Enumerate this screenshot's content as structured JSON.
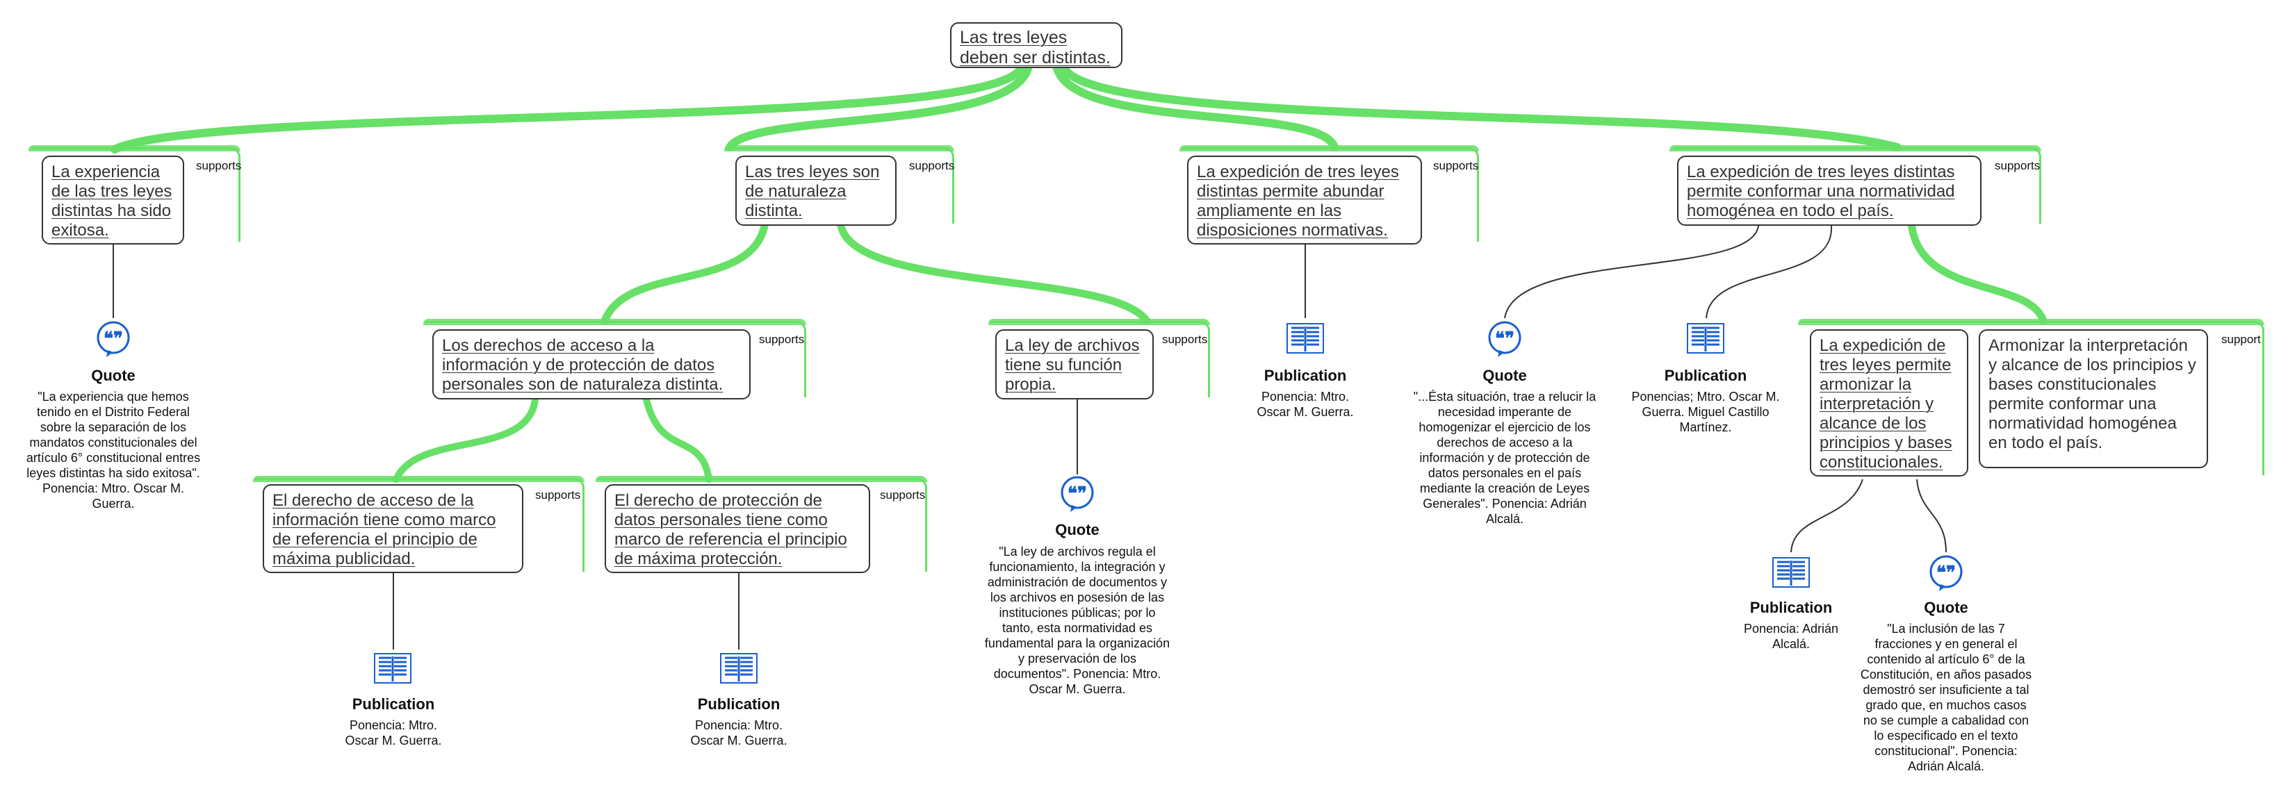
{
  "root": {
    "text": "Las tres leyes deben ser distintas."
  },
  "support_label": "supports",
  "support_label_short": "support",
  "nodes": {
    "n1": "La experiencia de las tres leyes distintas ha sido exitosa.",
    "n2": "Las tres leyes son de naturaleza distinta.",
    "n3": "La expedición de tres leyes distintas permite abundar ampliamente en las disposiciones normativas.",
    "n4": "La expedición de tres leyes distintas permite conformar una normatividad homogénea en todo el país.",
    "n21": "Los derechos de acceso a la información y de protección de datos personales son de naturaleza distinta.",
    "n22": "La ley de archivos tiene su función propia.",
    "n211": "El derecho de acceso de la información tiene como  marco de referencia el principio de máxima publicidad.",
    "n212": "El derecho de protección de datos personales tiene como marco de referencia el principio de máxima protección.",
    "n41": "La expedición de tres leyes permite armonizar la interpretación y alcance de los principios y bases constitucionales.",
    "n42": "Armonizar la interpretación y alcance de los principios y bases constitucionales permite conformar una normatividad homogénea en todo el país."
  },
  "evidence": {
    "e1": {
      "type": "Quote",
      "text": "\"La experiencia que hemos tenido en el Distrito Federal sobre la separación de los mandatos constitucionales del artículo 6° constitucional entres leyes distintas ha sido exitosa\". Ponencia: Mtro. Oscar M. Guerra."
    },
    "e211": {
      "type": "Publication",
      "text": "Ponencia: Mtro. Oscar M. Guerra."
    },
    "e212": {
      "type": "Publication",
      "text": "Ponencia: Mtro. Oscar M. Guerra."
    },
    "e22": {
      "type": "Quote",
      "text": "\"La ley de archivos regula el funcionamiento, la integración y administración de documentos y los archivos en posesión de las instituciones públicas; por lo tanto, esta  normatividad es fundamental para la organización y preservación de los documentos\". Ponencia: Mtro. Oscar M. Guerra."
    },
    "e3": {
      "type": "Publication",
      "text": "Ponencia: Mtro. Oscar M. Guerra."
    },
    "e4q": {
      "type": "Quote",
      "text": "\"...Ésta situación, trae a relucir la necesidad imperante de homogenizar el ejercicio de los derechos de acceso a la información y de protección de datos personales en el país mediante la creación de Leyes Generales\". Ponencia: Adrián Alcalá."
    },
    "e4p": {
      "type": "Publication",
      "text": "Ponencias; Mtro. Oscar M. Guerra. Miguel Castillo Martínez."
    },
    "e41p": {
      "type": "Publication",
      "text": "Ponencia: Adrián Alcalá."
    },
    "e41q": {
      "type": "Quote",
      "text": "\"La inclusión de las 7 fracciones y en general el contenido al artículo 6° de la Constitución, en años pasados demostró ser insuficiente a tal grado que, en muchos casos no se cumple a cabalidad con lo especificado en el texto constitucional\". Ponencia: Adrián Alcalá."
    }
  },
  "colors": {
    "support": "#66e066",
    "box_border": "#333333",
    "icon": "#1a5fd0"
  },
  "icons": {
    "quote": "quote-bubble-icon",
    "publication": "open-book-icon"
  }
}
